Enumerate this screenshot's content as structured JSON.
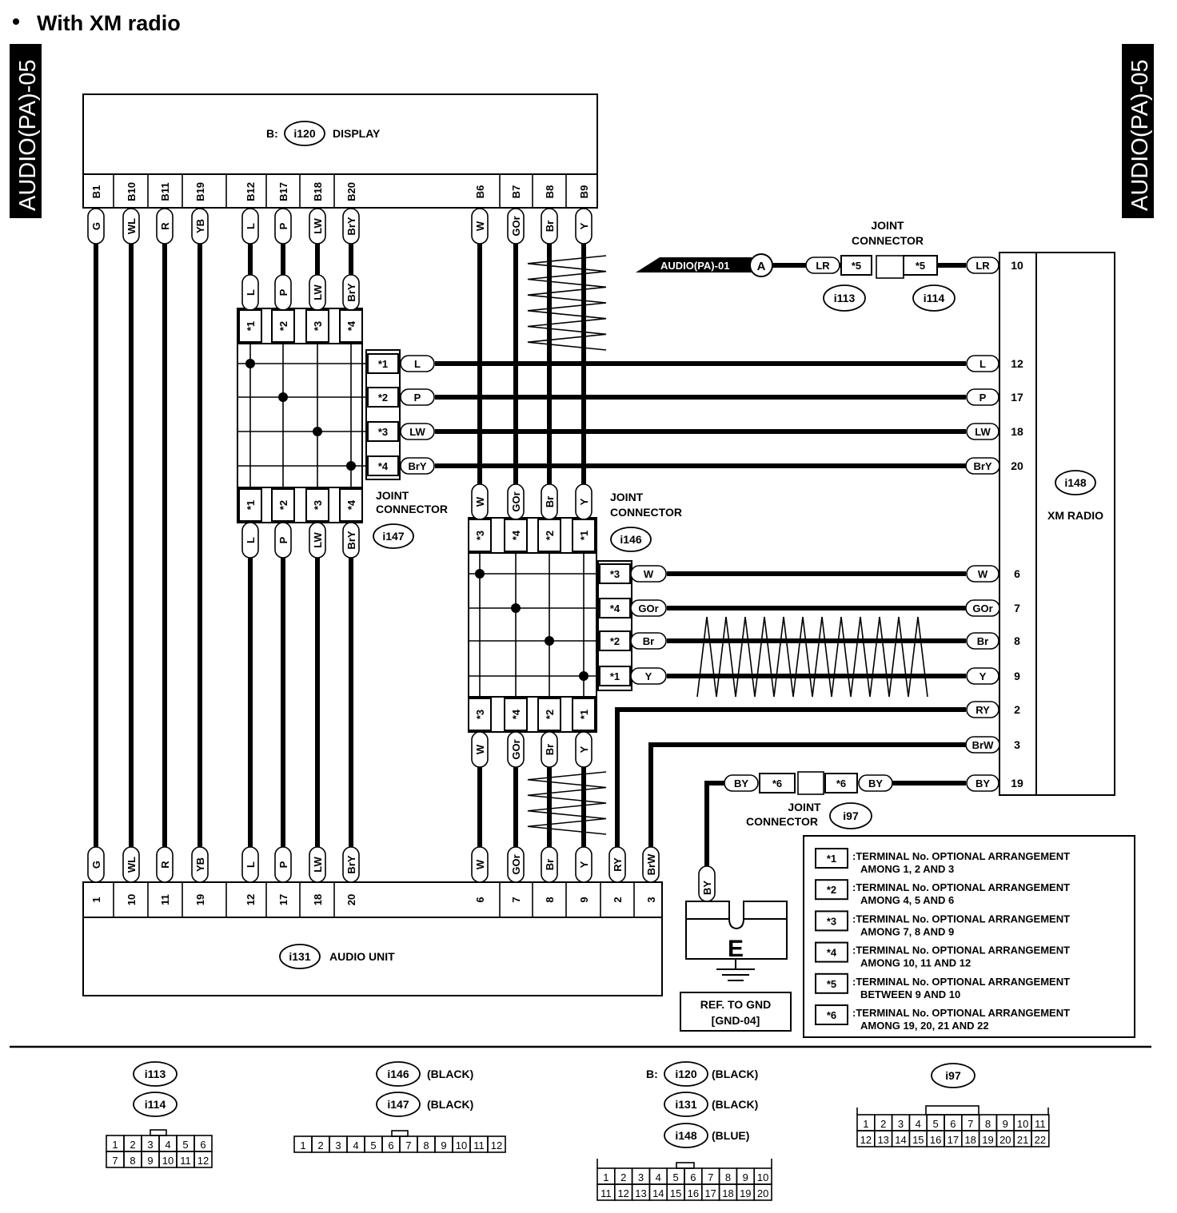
{
  "title": "With XM radio",
  "page_ref": "AUDIO(PA)-05",
  "display": {
    "prefix": "B:",
    "connector": "i120",
    "name": "DISPLAY",
    "pins": [
      "B1",
      "B10",
      "B11",
      "B19",
      "B12",
      "B17",
      "B18",
      "B20",
      "B6",
      "B7",
      "B8",
      "B9"
    ],
    "wires": [
      "G",
      "WL",
      "R",
      "YB",
      "L",
      "P",
      "LW",
      "BrY",
      "W",
      "GOr",
      "Br",
      "Y"
    ]
  },
  "audio_unit": {
    "connector": "i131",
    "name": "AUDIO UNIT",
    "pins": [
      "1",
      "10",
      "11",
      "19",
      "12",
      "17",
      "18",
      "20",
      "6",
      "7",
      "8",
      "9",
      "2",
      "3"
    ],
    "wires": [
      "G",
      "WL",
      "R",
      "YB",
      "L",
      "P",
      "LW",
      "BrY",
      "W",
      "GOr",
      "Br",
      "Y",
      "RY",
      "BrW"
    ]
  },
  "xm_radio": {
    "connector": "i148",
    "name": "XM RADIO",
    "pins": [
      "10",
      "12",
      "17",
      "18",
      "20",
      "6",
      "7",
      "8",
      "9",
      "2",
      "3",
      "19"
    ],
    "wires": [
      "LR",
      "L",
      "P",
      "LW",
      "BrY",
      "W",
      "GOr",
      "Br",
      "Y",
      "RY",
      "BrW",
      "BY"
    ]
  },
  "joint_i147": {
    "label_1": "JOINT",
    "label_2": "CONNECTOR",
    "connector": "i147",
    "terms": [
      "*1",
      "*2",
      "*3",
      "*4"
    ],
    "wires": [
      "L",
      "P",
      "LW",
      "BrY"
    ]
  },
  "joint_i146": {
    "label_1": "JOINT",
    "label_2": "CONNECTOR",
    "connector": "i146",
    "terms_top": [
      "*3",
      "*4",
      "*2",
      "*1"
    ],
    "terms_side": [
      "*3",
      "*4",
      "*2",
      "*1"
    ],
    "wires": [
      "W",
      "GOr",
      "Br",
      "Y"
    ]
  },
  "joint_lr": {
    "label_1": "JOINT",
    "label_2": "CONNECTOR",
    "ref": "AUDIO(PA)-01",
    "ref_letter": "A",
    "wire": "LR",
    "terms": [
      "*5",
      "*5"
    ],
    "connectors": [
      "i113",
      "i114"
    ]
  },
  "joint_by": {
    "label_1": "JOINT",
    "label_2": "CONNECTOR",
    "connector": "i97",
    "wire": "BY",
    "terms": [
      "*6",
      "*6"
    ]
  },
  "ground": {
    "letter": "E",
    "ref_1": "REF. TO GND",
    "ref_2": "[GND-04]"
  },
  "legend": [
    {
      "key": "*1",
      "line1": ":TERMINAL No. OPTIONAL ARRANGEMENT",
      "line2": "AMONG 1, 2 AND 3"
    },
    {
      "key": "*2",
      "line1": ":TERMINAL No. OPTIONAL ARRANGEMENT",
      "line2": "AMONG 4, 5 AND 6"
    },
    {
      "key": "*3",
      "line1": ":TERMINAL No. OPTIONAL ARRANGEMENT",
      "line2": "AMONG 7, 8 AND 9"
    },
    {
      "key": "*4",
      "line1": ":TERMINAL No. OPTIONAL ARRANGEMENT",
      "line2": "AMONG 10, 11 AND 12"
    },
    {
      "key": "*5",
      "line1": ":TERMINAL No. OPTIONAL ARRANGEMENT",
      "line2": "BETWEEN 9 AND 10"
    },
    {
      "key": "*6",
      "line1": ":TERMINAL No. OPTIONAL ARRANGEMENT",
      "line2": "AMONG 19, 20, 21 AND 22"
    }
  ],
  "connector_views": {
    "group1": {
      "connectors": [
        "i113",
        "i114"
      ],
      "row1": [
        "1",
        "2",
        "3",
        "4",
        "5",
        "6"
      ],
      "row2": [
        "7",
        "8",
        "9",
        "10",
        "11",
        "12"
      ]
    },
    "group2": {
      "connectors": [
        "i146",
        "i147"
      ],
      "colors": [
        "(BLACK)",
        "(BLACK)"
      ],
      "row1": [
        "1",
        "2",
        "3",
        "4",
        "5",
        "6",
        "7",
        "8",
        "9",
        "10",
        "11",
        "12"
      ]
    },
    "group3": {
      "prefix": "B:",
      "connectors": [
        "i120",
        "i131",
        "i148"
      ],
      "colors": [
        "(BLACK)",
        "(BLACK)",
        "(BLUE)"
      ],
      "row1": [
        "1",
        "2",
        "3",
        "4",
        "5",
        "6",
        "7",
        "8",
        "9",
        "10"
      ],
      "row2": [
        "11",
        "12",
        "13",
        "14",
        "15",
        "16",
        "17",
        "18",
        "19",
        "20"
      ]
    },
    "group4": {
      "connectors": [
        "i97"
      ],
      "row1": [
        "1",
        "2",
        "3",
        "4",
        "5",
        "6",
        "7",
        "8",
        "9",
        "10",
        "11"
      ],
      "row2": [
        "12",
        "13",
        "14",
        "15",
        "16",
        "17",
        "18",
        "19",
        "20",
        "21",
        "22"
      ]
    }
  }
}
